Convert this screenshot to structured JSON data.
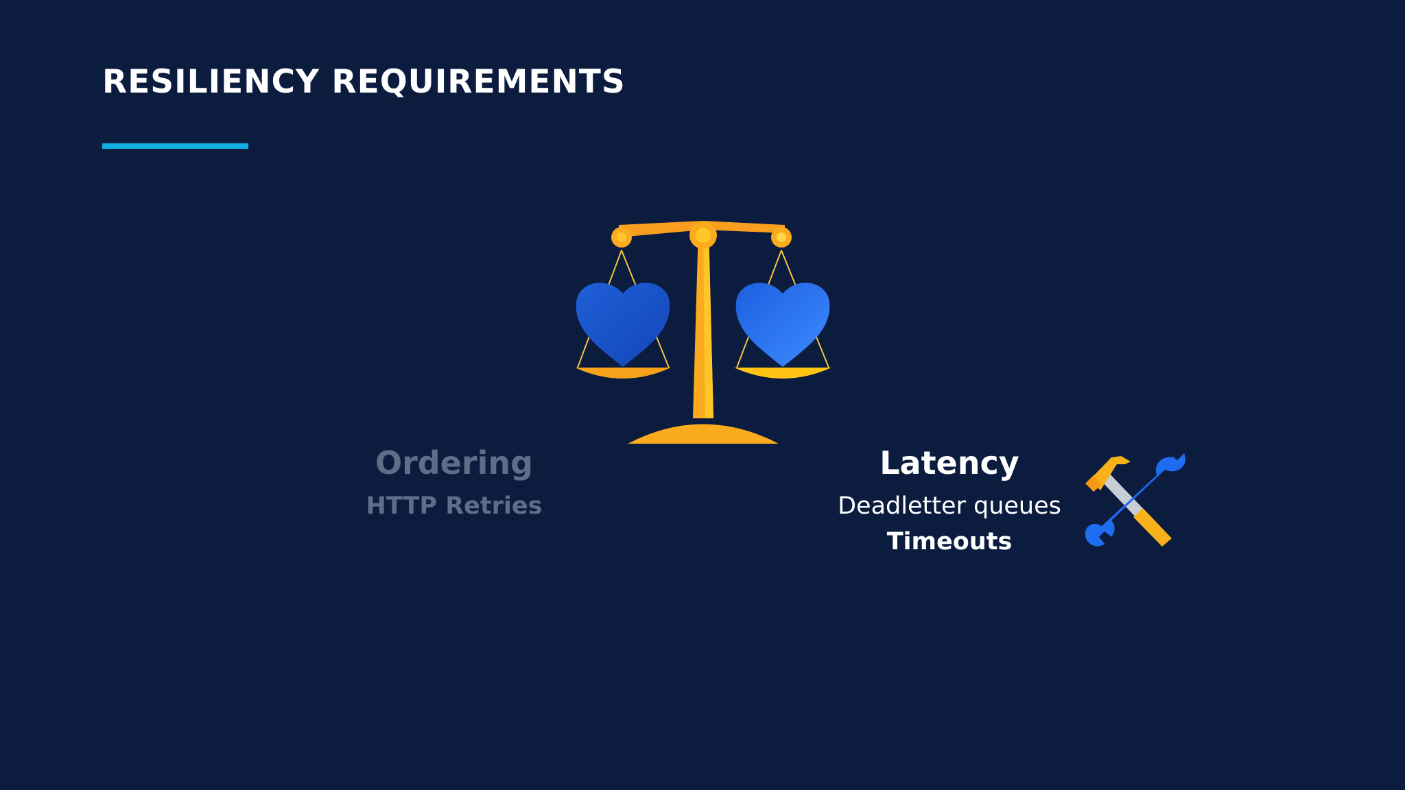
{
  "slide": {
    "title": "RESILIENCY REQUIREMENTS",
    "accent_color": "#10aee0",
    "background_color": "#0b1c3f"
  },
  "illustration": {
    "icon": "balance-scale-with-hearts-icon"
  },
  "left_column": {
    "heading": "Ordering",
    "items": [
      "HTTP Retries"
    ],
    "color": "#5f6e88"
  },
  "right_column": {
    "heading": "Latency",
    "items": [
      "Deadletter queues",
      "Timeouts"
    ],
    "color": "#ffffff",
    "icon": "wrench-and-hammer-icon"
  }
}
